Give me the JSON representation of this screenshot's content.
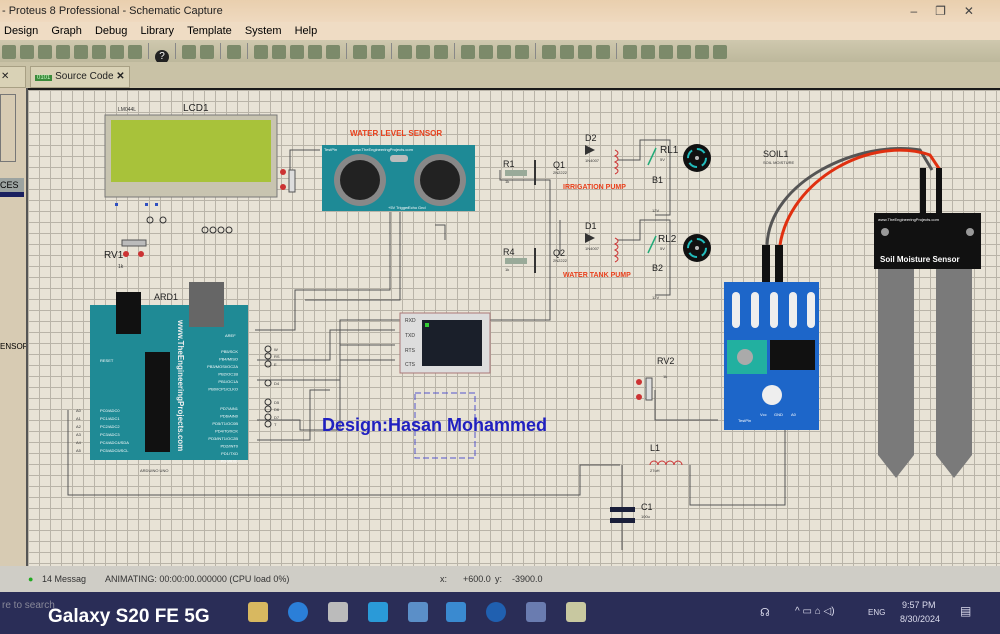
{
  "window": {
    "title": "- Proteus 8 Professional - Schematic Capture"
  },
  "menu": [
    "Design",
    "Graph",
    "Debug",
    "Library",
    "Template",
    "System",
    "Help"
  ],
  "tabs": [
    {
      "label": "Source Code"
    }
  ],
  "left_panel": {
    "header": "CES",
    "item": "ENSOF"
  },
  "schematic": {
    "lcd": {
      "ref": "LCD1",
      "part": "LM044L"
    },
    "rv1": {
      "ref": "RV1",
      "value": "1k"
    },
    "water_sensor": {
      "label": "WATER LEVEL SENSOR",
      "site": "www.TheEngineeringProjects.com",
      "testpin": "TestPin",
      "pins": [
        "+5V",
        "Trigger",
        "Echo",
        "Gnd"
      ]
    },
    "r1": {
      "ref": "R1",
      "value": "1k"
    },
    "q1": {
      "ref": "Q1",
      "part": "2N2222"
    },
    "d2": {
      "ref": "D2",
      "part": "1N4007"
    },
    "rl1": {
      "ref": "RL1",
      "value": "5V"
    },
    "b1": {
      "ref": "B1",
      "value": "12V"
    },
    "irrigation_label": "IRRIGATION PUMP",
    "r4": {
      "ref": "R4",
      "value": "1k"
    },
    "q2": {
      "ref": "Q2",
      "part": "2N2222"
    },
    "d1": {
      "ref": "D1",
      "part": "1N4007"
    },
    "rl2": {
      "ref": "RL2",
      "value": "5V"
    },
    "b2": {
      "ref": "B2",
      "value": "12V"
    },
    "tank_label": "WATER TANK PUMP",
    "soil": {
      "ref": "SOIL1",
      "part": "SOIL MOISTURE",
      "title": "Soil Moisture Sensor",
      "site": "www.TheEngineeringProjects.com",
      "pins": [
        "Vcc",
        "GND",
        "A0"
      ],
      "testpin": "TestPin"
    },
    "ard": {
      "ref": "ARD1",
      "site": "www.TheEngineeringProjects.com",
      "part": "ARDUINO UNO",
      "reset": "RESET",
      "aref": "AREF",
      "analog_pins": [
        "PC0/ADC0",
        "PC1/ADC1",
        "PC2/ADC2",
        "PC3/ADC3",
        "PC4/ADC4/SDA",
        "PC5/ADC5/SCL"
      ],
      "analog_labels": [
        "A0",
        "A1",
        "A2",
        "A3",
        "A4",
        "A5"
      ],
      "digital_pins": [
        "PB5/SCK",
        "PB4/MISO",
        "PB3/MOSI/OC2A",
        "PB2/OC1B",
        "PB1/OC1A",
        "PB0/ICP1/CLKO",
        "PD7/AIN1",
        "PD6/AIN0",
        "PD5/T1/OC0B",
        "PD4/T0/XCK",
        "PD3/INT1/OC2B",
        "PD2/INT0",
        "PD1/TXD",
        "PD0/RXD"
      ],
      "net_labels": [
        "W",
        "RS",
        "E",
        "D4",
        "D5",
        "D6",
        "D7",
        "T"
      ]
    },
    "terminal": {
      "pins": [
        "RXD",
        "TXD",
        "RTS",
        "CTS"
      ]
    },
    "rv2": {
      "ref": "RV2",
      "value": "1k"
    },
    "l1": {
      "ref": "L1",
      "value": "27uH"
    },
    "c1": {
      "ref": "C1",
      "value": "100u"
    },
    "design_credit": "Design:Hasan Mohammed"
  },
  "status": {
    "messages": "14 Messag",
    "animating": "ANIMATING: 00:00:00.000000 (CPU load 0%)",
    "x_label": "x:",
    "x": "+600.0",
    "y_label": "y:",
    "y": "-3900.0"
  },
  "taskbar": {
    "search": "re to search",
    "lang": "ENG",
    "time": "9:57 PM",
    "date": "8/30/2024"
  },
  "watermark": "Galaxy S20 FE 5G",
  "colors": {
    "arduino": "#1f8a95",
    "sensor_module": "#1d66c9",
    "label_red": "#e8401c",
    "credit_blue": "#2020c0"
  }
}
